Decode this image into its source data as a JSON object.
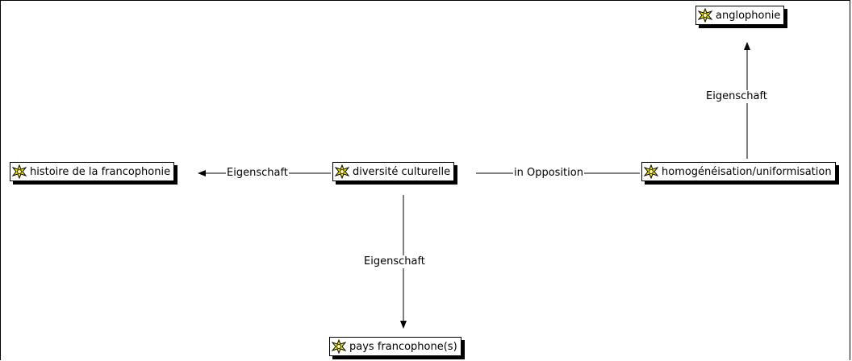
{
  "nodes": {
    "anglophonie": "anglophonie",
    "homogeneisation": "homogénéisation/uniformisation",
    "diversite": "diversité culturelle",
    "histoire": "histoire de la francophonie",
    "pays": "pays francophone(s)"
  },
  "links": {
    "homog_to_anglo": "Eigenschaft",
    "diversite_to_histoire": "Eigenschaft",
    "diversite_to_homog": "in Opposition",
    "diversite_to_pays": "Eigenschaft"
  },
  "colors": {
    "icon_fill": "#f2e600",
    "icon_stroke": "#000000",
    "line": "#000000"
  },
  "icon_name": "concept-star-icon"
}
